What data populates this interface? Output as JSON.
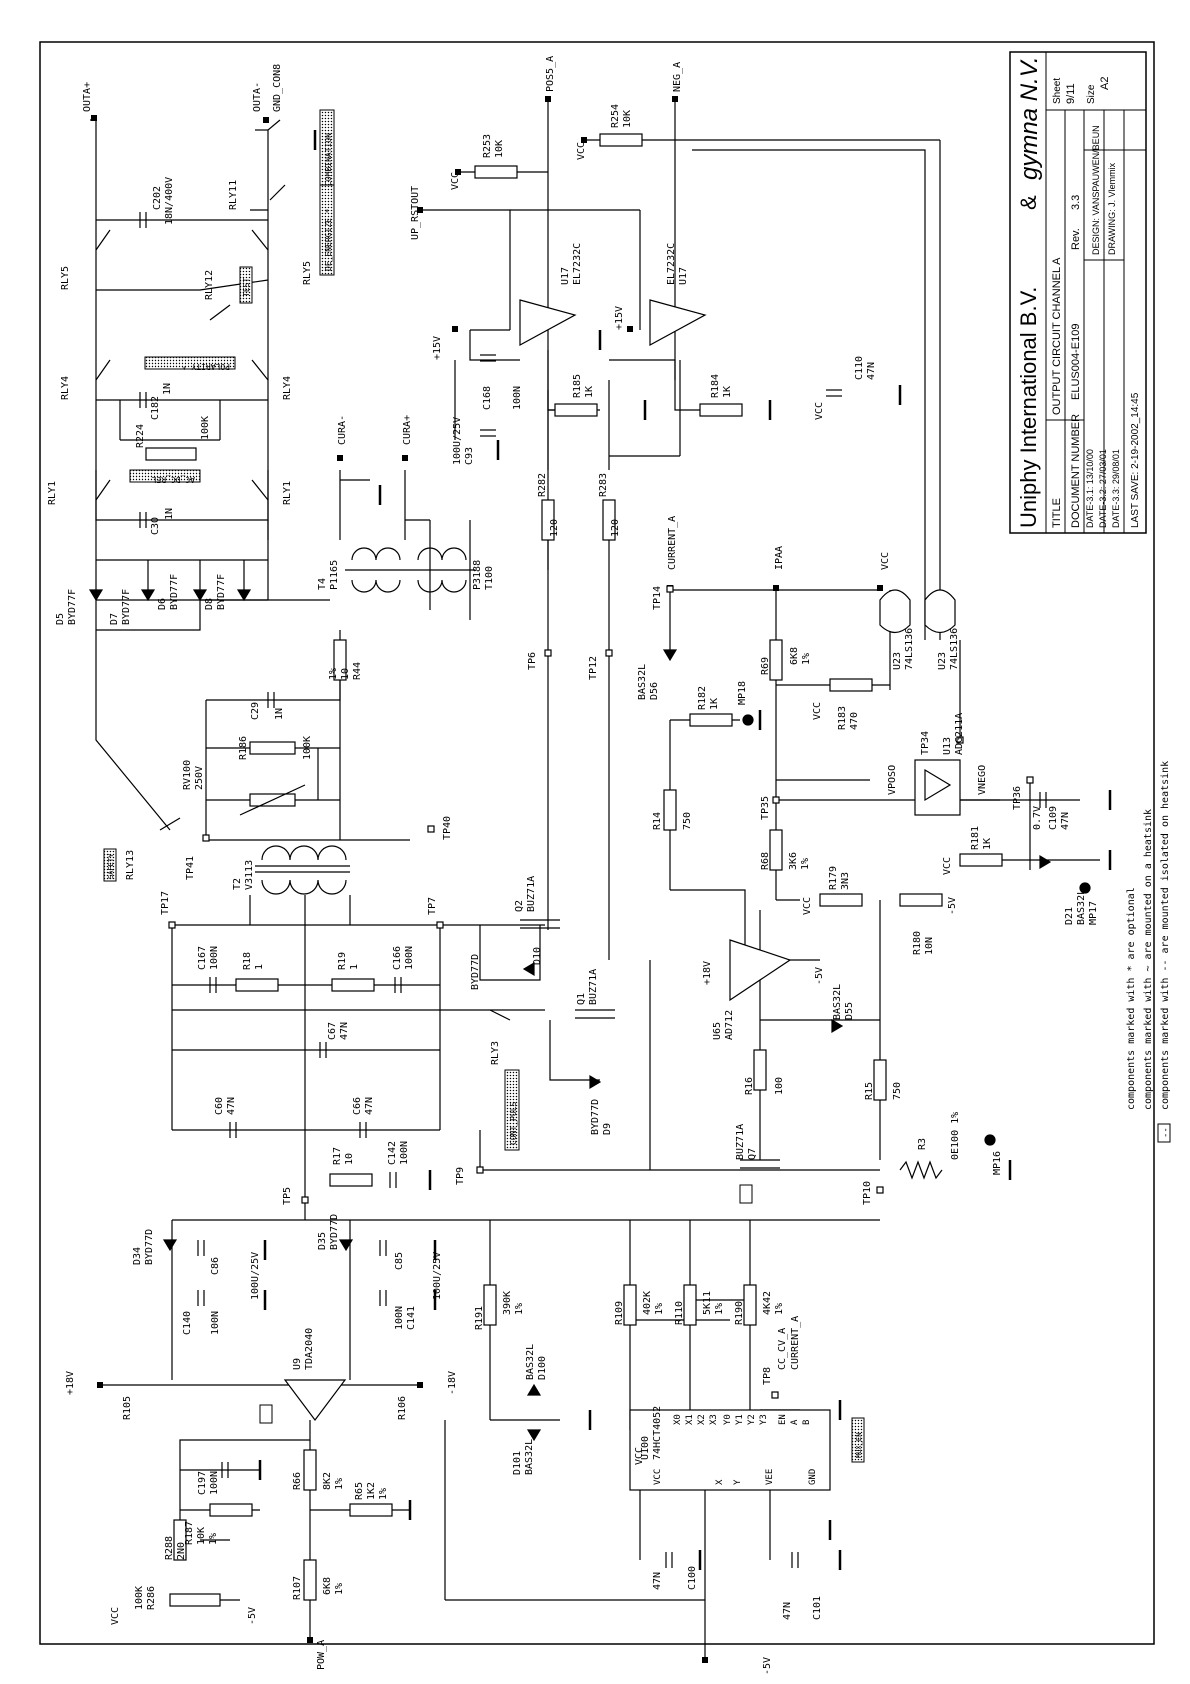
{
  "title_block": {
    "company": "Uniphy International B.V.",
    "ampersand": "&",
    "company2": "gymna N.V.",
    "sheet_label": "Sheet",
    "sheet_value": "9/11",
    "size_label": "Size",
    "size_value": "A2",
    "title_label": "TITLE",
    "title_value": "OUTPUT CIRCUIT CHANNEL A",
    "docnum_label": "DOCUMENT NUMBER",
    "docnum_value": "ELUS004-E109",
    "rev_label": "Rev.",
    "rev_value": "3.3",
    "date1": "DATE-3.1: 13/10/00",
    "date2": "DATE-3.2: 27/03/01",
    "date3": "DATE-3.3: 29/08/01",
    "design": "DESIGN: VANSPAUWEN/BEUN",
    "drawing": "DRAWING: J. Vlemmix",
    "lastsave": "LAST SAVE: 2-19-2002_14:45"
  },
  "notes": {
    "note1": "components marked with * are optional",
    "note2": "components marked with ~ are mounted on a heatsink",
    "note3": "components marked with -- are mounted isolated on heatsink",
    "note_symbol": "--"
  },
  "nets": {
    "outa_pos": "OUTA+",
    "outa_neg": "OUTA-",
    "gnd_con8": "GND_CON8",
    "pos5a": "POS5_A",
    "neg_a": "NEG_A",
    "up_rstout": "UP_RSTOUT",
    "cura_neg": "CURA-",
    "cura_pos": "CURA+",
    "current_a": "CURRENT_A",
    "ipaa": "IPAA",
    "vcc": "VCC",
    "plus15": "+15V",
    "plus18": "+18V",
    "minus18": "-18V",
    "minus5": "-5V",
    "pow_a": "POW_A",
    "cc_cv_a": "CC_CV_A",
    "vposo": "VPOSO",
    "vnego": "VNEGO"
  },
  "labels": {
    "combination": "COMBINATION",
    "de_energize": "DE_ENERGIZE *",
    "test": "TEST",
    "polarity": "POLARITY *",
    "ac_dc_rel": "AC_DC_REL",
    "safety": "SAFETY",
    "cont_puls": "CONT_PULS",
    "mux_en": "MUX_EN"
  },
  "components": {
    "rly5a": "RLY5",
    "rly5b": "RLY5",
    "rly11": "RLY11",
    "rly12": "RLY12",
    "rly4a": "RLY4",
    "rly4b": "RLY4",
    "rly1a": "RLY1",
    "rly1b": "RLY1",
    "rly13": "RLY13",
    "rly3": "RLY3",
    "c202": "C202",
    "c202v": "18N/400V",
    "c182": "C182",
    "c182v": "1N",
    "r224": "R224",
    "r224v": "100K",
    "c30": "C30",
    "c30v": "1N",
    "d5": "D5",
    "d5v": "BYD77F",
    "d7": "D7",
    "d7v": "BYD77F",
    "d6": "D6",
    "d6v": "BYD77F",
    "d8": "D8",
    "d8v": "BYD77F",
    "r253": "R253",
    "r253v": "10K",
    "r254": "R254",
    "r254v": "10K",
    "u17a": "U17",
    "u17av": "EL7232C",
    "u17b": "U17",
    "u17bv": "EL7232C",
    "c168": "C168",
    "c168v": "100N",
    "c93": "C93",
    "c93v": "100U/25V",
    "r185": "R185",
    "r185v": "1K",
    "r184": "R184",
    "r184v": "1K",
    "c110": "C110",
    "c110v": "47N",
    "t4": "T4",
    "t4v": "P1165",
    "p3188": "P3188",
    "t100": "T100",
    "r282": "R282",
    "r282v": "120",
    "r283": "R283",
    "r283v": "120",
    "tp14": "TP14",
    "tp6": "TP6",
    "tp12": "TP12",
    "u23a": "U23",
    "u23av": "74LS136",
    "u23b": "U23",
    "u23bv": "74LS136",
    "r69": "R69",
    "r69v": "6K8",
    "r69t": "1%",
    "d56": "D56",
    "d56v": "BAS32L",
    "r182": "R182",
    "r182v": "1K",
    "mp18": "MP18",
    "r183": "R183",
    "r183v": "470",
    "c29": "C29",
    "c29v": "1N",
    "r186": "R186",
    "r186v": "100K",
    "rv100": "RV100",
    "rv100v": "250V",
    "r44": "R44",
    "r44v": "10",
    "r44t": "1%",
    "tp40": "TP40",
    "tp41": "TP41",
    "t2": "T2",
    "t2v": "V3113",
    "tp34": "TP34",
    "u13": "U13",
    "u13v": "ADG211A",
    "tp35": "TP35",
    "tp36": "TP36",
    "c109": "C109",
    "c109v": "47N",
    "r14": "R14",
    "r14v": "750",
    "r68": "R68",
    "r68v": "3K6",
    "r68t": "1%",
    "r181": "R181",
    "r181v": "1K",
    "v07": "0.7V",
    "d21": "D21",
    "d21v": "BAS32L",
    "mp17": "MP17",
    "r179": "R179",
    "r179v": "3N3",
    "r180": "R180",
    "r180v": "10N",
    "tp17": "TP17",
    "tp7": "TP7",
    "q2": "Q2",
    "q2v": "BUZ71A",
    "d10": "D10",
    "d10v": "BYD77D",
    "c167": "C167",
    "c167v": "100N",
    "r18": "R18",
    "r18v": "1",
    "r19": "R19",
    "r19v": "1",
    "c166": "C166",
    "c166v": "100N",
    "q1": "Q1",
    "q1v": "BUZ71A",
    "u65": "U65",
    "u65v": "AD712",
    "d55": "D55",
    "d55v": "BAS32L",
    "c67": "C67",
    "c67v": "47N",
    "c60": "C60",
    "c60v": "47N",
    "c66": "C66",
    "c66v": "47N",
    "d9": "D9",
    "d9v": "BYD77D",
    "r16": "R16",
    "r16v": "100",
    "r15": "R15",
    "r15v": "750",
    "q7": "Q7",
    "q7v": "BUZ71A",
    "r3": "R3",
    "r3v": "0E100 1%",
    "mp16": "MP16",
    "tp5": "TP5",
    "tp9": "TP9",
    "tp10": "TP10",
    "r17": "R17",
    "r17v": "10",
    "c142": "C142",
    "c142v": "100N",
    "d34": "D34",
    "d34v": "BYD77D",
    "c86": "C86",
    "c86v": "100U/25V",
    "d35": "D35",
    "d35v": "BYD77D",
    "c85": "C85",
    "c85v": "100U/25V",
    "c140": "C140",
    "c140v": "100N",
    "c141": "C141",
    "c141v": "100N",
    "u9": "U9",
    "u9v": "TDA2040",
    "r105": "R105",
    "r106": "R106",
    "r191": "R191",
    "r191v": "390K",
    "r191t": "1%",
    "r109": "R109",
    "r109v": "402K",
    "r109t": "1%",
    "r110": "R110",
    "r110v": "5K11",
    "r110t": "1%",
    "r190": "R190",
    "r190v": "4K42",
    "r190t": "1%",
    "tp8": "TP8",
    "d100": "D100",
    "d100v": "BAS32L",
    "d101": "D101",
    "d101v": "BAS32L",
    "u100": "U100",
    "u100v": "74HCT4052",
    "r66": "R66",
    "r66v": "8K2",
    "r66t": "1%",
    "r65": "R65",
    "r65v": "1K2",
    "r65t": "1%",
    "r107": "R107",
    "r107v": "6K8",
    "r107t": "1%",
    "c197": "C197",
    "c197v": "100N",
    "r187": "R187",
    "r187v": "10K",
    "r187t": "1%",
    "r288": "R288",
    "r288v": "2N0",
    "r286": "R286",
    "r286v": "100K",
    "c100": "C100",
    "c100v": "47N",
    "c101": "C101",
    "c101v": "47N"
  },
  "pins": {
    "x0": "X0",
    "x1": "X1",
    "x2": "X2",
    "x3": "X3",
    "y0": "Y0",
    "y1": "Y1",
    "y2": "Y2",
    "y3": "Y3",
    "vcc": "VCC",
    "vee": "VEE",
    "gnd": "GND",
    "en": "EN",
    "a": "A",
    "b": "B",
    "x": "X",
    "y": "Y"
  }
}
